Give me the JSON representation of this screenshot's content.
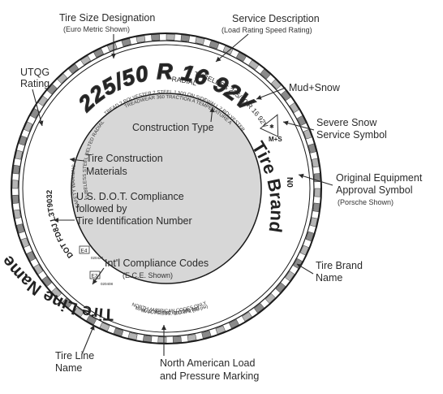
{
  "callouts": {
    "tire_size_designation": "Tire Size Designation",
    "tire_size_sub": "(Euro Metric Shown)",
    "service_description": "Service Description",
    "service_sub": "(Load Rating  Speed Rating)",
    "utqg_line1": "UTQG",
    "utqg_line2": "Rating",
    "mud_snow": "Mud+Snow",
    "severe_snow_line1": "Severe Snow",
    "severe_snow_line2": "Service Symbol",
    "oe_line1": "Original Equipment",
    "oe_line2": "Approval Symbol",
    "oe_sub": "(Porsche Shown)",
    "tire_brand_line1": "Tire Brand",
    "tire_brand_line2": "Name",
    "tire_line_line1": "Tire Line",
    "tire_line_line2": "Name",
    "na_line1": "North American Load",
    "na_line2": "and Pressure Marking"
  },
  "inner": {
    "construction_type": "Construction Type",
    "construction_materials_line1": "Tire Construction",
    "construction_materials_line2": "Materials",
    "dot_line1": "U.S. D.O.T. Compliance",
    "dot_line2": "followed by",
    "dot_line3": "Tire Identification Number",
    "intl_line1": "Int'l Compliance Codes",
    "intl_sub": "(E.C.E. Shown)"
  },
  "sidewall": {
    "size_text": "225/50 R 16   92V",
    "radial": "RADIAL",
    "tubeless": "TUBELESS 225/50 R 16 92V",
    "ms": "M+S",
    "no": "N0",
    "tire_brand": "Tire Brand",
    "name_word": "Name",
    "registered": "®",
    "tire_line_name": "Tire Line Name",
    "dot_code": "DOT FD8J L3T9032",
    "safety": "SAFETY WARNING",
    "tread_plies": "TREAD 2 POLYESTER 2 STEEL 1 NYLON  SIDEWALL 2 POLYESTER",
    "treadwear": "TREADWEAR 360  TRACTION A  TEMPERATURE A",
    "max_load": "MAX. LOAD 630 kg (1389 lbs)",
    "max_press": "MAX. PRESS. 350 kPa (50 psi)",
    "na_only": "NORTH AMERICAN CODES ONLY",
    "e4": "E4",
    "e3": "E3",
    "ece1": "020427",
    "ece2": "020408",
    "tiny_small": "TUBELESS STEEL BELTED RADIAL"
  }
}
